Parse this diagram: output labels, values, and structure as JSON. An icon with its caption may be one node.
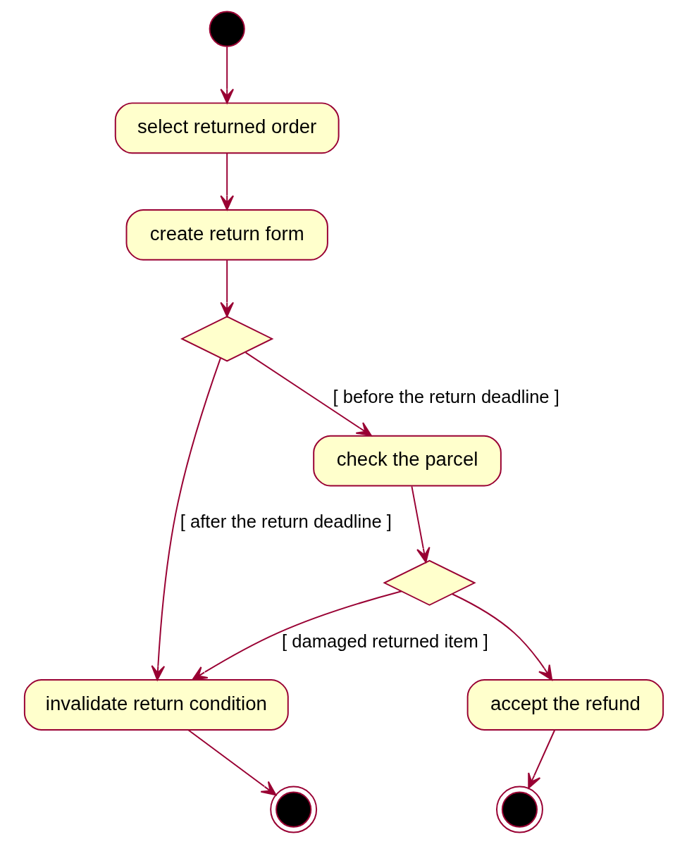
{
  "diagram": {
    "nodes": [
      {
        "text": [],
        "shape": "circle"
      },
      {
        "text": [
          "select returned order"
        ]
      },
      {
        "text": [
          "create return form"
        ]
      },
      {
        "text": [],
        "shape": "diamond"
      },
      {
        "text": [
          "check the parcel"
        ]
      },
      {
        "text": [],
        "shape": "diamond"
      },
      {
        "text": [
          "invalidate return condition"
        ]
      },
      {
        "text": [
          "accept the refund"
        ]
      },
      {
        "text": [],
        "shape": "bullseye"
      },
      {
        "text": [],
        "shape": "bullseye"
      }
    ],
    "edges": [
      {
        "from": 0,
        "to": 1,
        "arrow": "to"
      },
      {
        "from": 1,
        "to": 2,
        "arrow": "to"
      },
      {
        "from": 2,
        "to": 3,
        "arrow": "to"
      },
      {
        "from": 3,
        "to": 4,
        "arrow": "to",
        "label": "[ before the return deadline ]"
      },
      {
        "from": 3,
        "to": 6,
        "arrow": "to",
        "label": "[ after the return deadline ]"
      },
      {
        "from": 4,
        "to": 5,
        "arrow": "to"
      },
      {
        "from": 5,
        "to": 6,
        "arrow": "to",
        "label": "[ damaged returned item ]"
      },
      {
        "from": 5,
        "to": 7,
        "arrow": "to"
      },
      {
        "from": 6,
        "to": 8,
        "arrow": "to"
      },
      {
        "from": 7,
        "to": 9,
        "arrow": "to"
      }
    ]
  }
}
